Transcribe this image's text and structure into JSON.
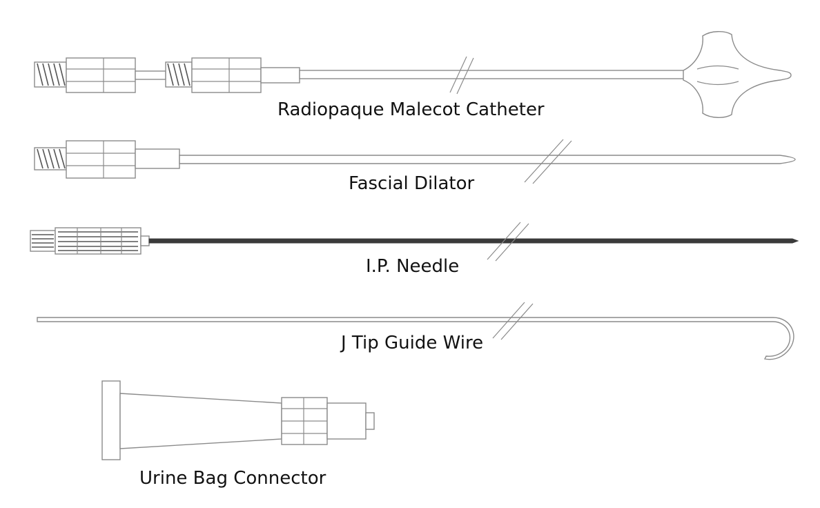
{
  "devices": [
    {
      "id": "malecot",
      "label": "Radiopaque Malecot Catheter"
    },
    {
      "id": "dilator",
      "label": "Fascial Dilator"
    },
    {
      "id": "needle",
      "label": "I.P. Needle"
    },
    {
      "id": "guidewire",
      "label": "J Tip Guide Wire"
    },
    {
      "id": "connector",
      "label": "Urine Bag Connector"
    }
  ]
}
